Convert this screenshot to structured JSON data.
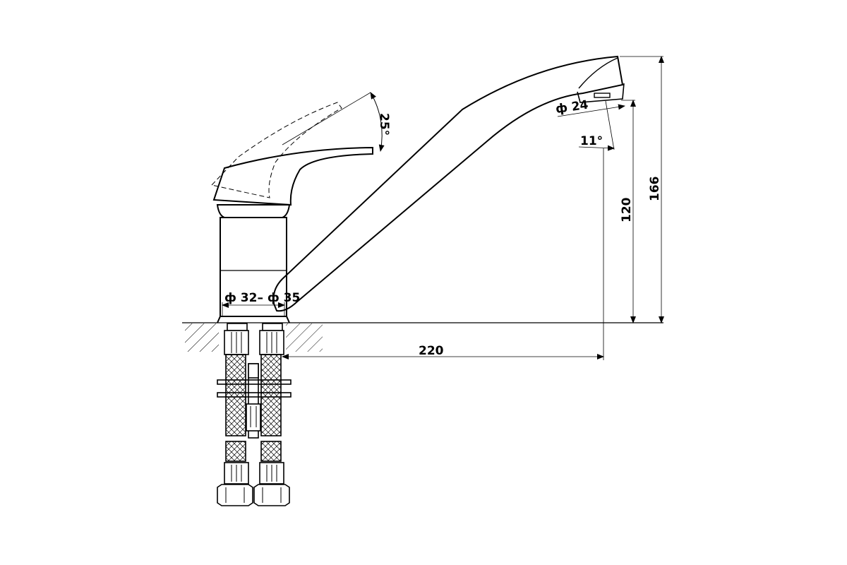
{
  "drawing": {
    "subject": "single-lever faucet technical drawing",
    "stroke_color": "#000000",
    "background_color": "#ffffff"
  },
  "dimensions": {
    "lever_angle": "25°",
    "aerator_diameter": "ф 24",
    "spout_tilt": "11°",
    "spout_height": "120",
    "total_height": "166",
    "base_diameter": "ф 32– ф 35",
    "reach": "220"
  }
}
